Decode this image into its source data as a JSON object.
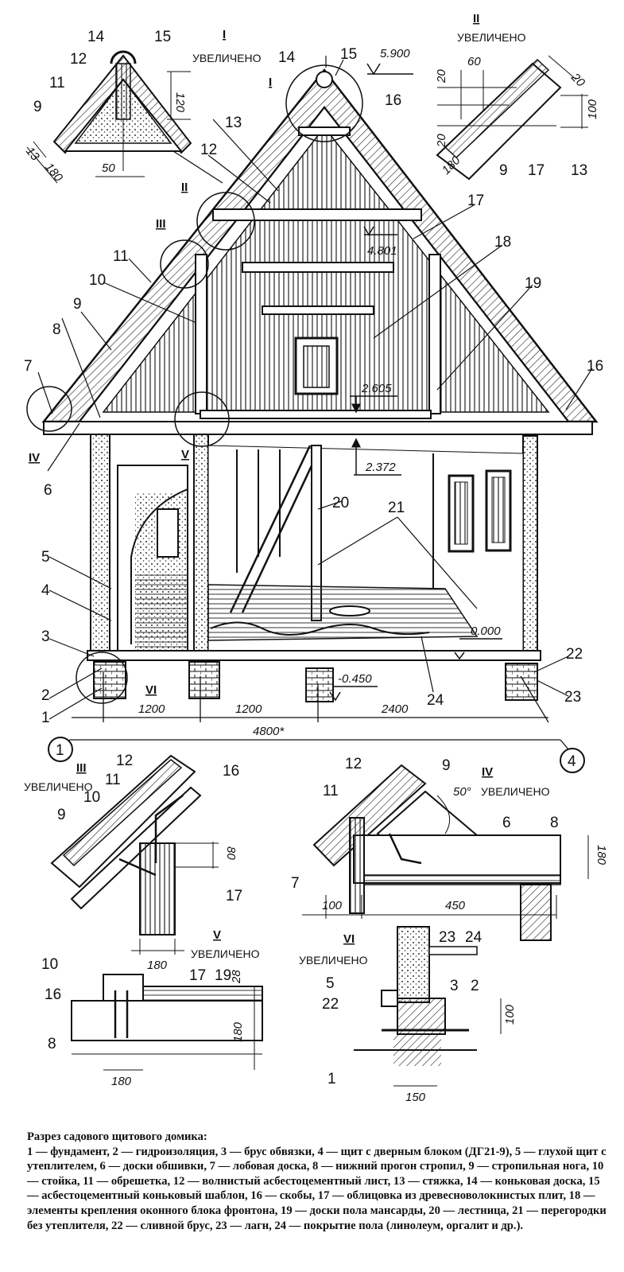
{
  "caption": {
    "title": "Разрез садового щитового домика:",
    "body": "1 — фундамент, 2 — гидроизоляция, 3 — брус обвязки, 4 — щит с дверным блоком (ДГ21-9), 5 — глухой щит с утеплителем, 6 — доски обшивки, 7 — лобовая доска, 8 — нижний прогон стропил, 9 — стропильная нога, 10 — стойка, 11 — обрешетка, 12 — волнистый асбестоцементный лист, 13 — стяжка, 14 — коньковая доска, 15 — асбестоцементный коньковый шаблон, 16 — скобы, 17 — облицовка из древесноволокнистых плит, 18 — элементы крепления оконного блока фронтона, 19 — доски пола мансарды, 20 — лестница, 21 — перегородки без утеплителя, 22 — сливной брус, 23 — лагн, 24 — покрытие пола (линолеум, оргалит и др.)."
  },
  "enlarged_label": "УВЕЛИЧЕНО",
  "detail_ids": {
    "d1": "I",
    "d2": "II",
    "d3": "III",
    "d4": "IV",
    "d5": "V",
    "d6": "VI"
  },
  "axes": {
    "left": "1",
    "right": "4"
  },
  "levels": {
    "ridge": "5.900",
    "attic_ceiling": "4.801",
    "attic_floor": "2.605",
    "ceiling": "2.372",
    "floor": "0.000",
    "ground": "-0.450"
  },
  "dims": {
    "span_total": "4800*",
    "span_a": "1200",
    "span_b": "1200",
    "span_c": "2400",
    "d1_120": "120",
    "d1_180": "180",
    "d1_50": "50",
    "d1_13": "13",
    "d2_60": "60",
    "d2_20a": "20",
    "d2_20b": "20",
    "d2_20c": "20",
    "d2_100": "100",
    "d2_180": "180",
    "d3_80": "80",
    "d3_180": "180",
    "d4_angle": "50°",
    "d4_180": "180",
    "d4_100": "100",
    "d4_450": "450",
    "d5_28": "28",
    "d5_180v": "180",
    "d5_180h": "180",
    "d6_100": "100",
    "d6_150": "150"
  },
  "callouts": {
    "n1": "1",
    "n2": "2",
    "n3": "3",
    "n4": "4",
    "n5": "5",
    "n6": "6",
    "n7": "7",
    "n8": "8",
    "n9": "9",
    "n10": "10",
    "n11": "11",
    "n12": "12",
    "n13": "13",
    "n14": "14",
    "n15": "15",
    "n16": "16",
    "n17": "17",
    "n18": "18",
    "n19": "19",
    "n20": "20",
    "n21": "21",
    "n22": "22",
    "n23": "23",
    "n24": "24"
  }
}
